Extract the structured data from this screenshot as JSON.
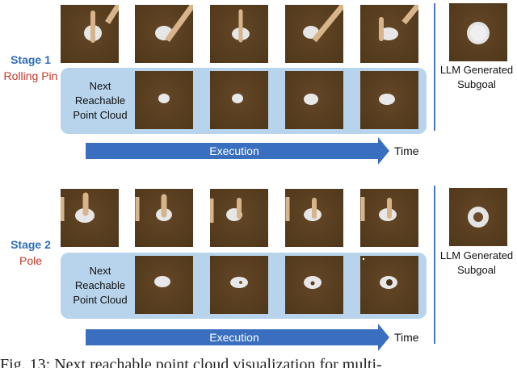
{
  "stage1": {
    "number_label": "Stage 1",
    "tool_label": "Rolling Pin",
    "panel_label": "Next Reachable Point Cloud",
    "subgoal_label": "LLM Generated Subgoal",
    "execution_label": "Execution",
    "time_label": "Time"
  },
  "stage2": {
    "number_label": "Stage 2",
    "tool_label": "Pole",
    "panel_label": "Next Reachable Point Cloud",
    "subgoal_label": "LLM Generated Subgoal",
    "execution_label": "Execution",
    "time_label": "Time"
  },
  "caption": "Fig. 13: Next reachable point cloud visualization for multi-",
  "colors": {
    "stage_number": "#2f6db6",
    "tool_name": "#c0392b",
    "panel": "#b7d4ec",
    "arrow": "#3a6fc0",
    "tile": "#5a4020"
  }
}
